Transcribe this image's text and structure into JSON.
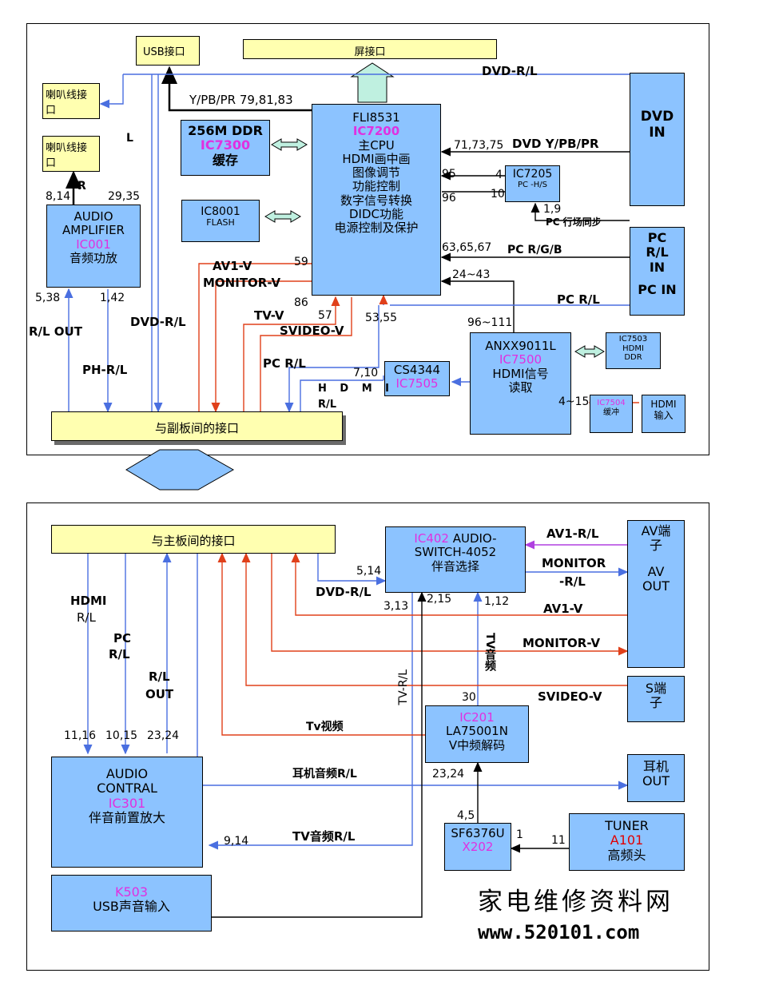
{
  "colors": {
    "box": "#8cc3ff",
    "connector": "#ffffb0",
    "blue_wire": "#4a6fe0",
    "red_wire": "#e0401a",
    "label_pink": "#e030e0"
  },
  "top": {
    "usb_port": "USB接口",
    "screen_port": "屏接口",
    "spk1": "喇叭线接口",
    "spk2": "喇叭线接口",
    "cpu": {
      "l1": "FLI8531",
      "l2": "IC7200",
      "l3": "主CPU",
      "l4": "HDMI画中画",
      "l5": "图像调节",
      "l6": "功能控制",
      "l7": "数字信号转换",
      "l8": "DIDC功能",
      "l9": "电源控制及保护"
    },
    "ddr": {
      "l1": "256M DDR",
      "l2": "IC7300",
      "l3": "缓存"
    },
    "flash": {
      "l1": "IC8001",
      "l2": "FLASH"
    },
    "amp": {
      "l1": "AUDIO",
      "l2": "AMPLIFIER",
      "l3": "IC001",
      "l4": "音频功放"
    },
    "ic7205": {
      "l1": "IC7205",
      "l2": "PC -H/S"
    },
    "dvd_in": {
      "l1": "DVD",
      "l2": "IN"
    },
    "pc_in": {
      "l1": "PC",
      "l2": "R/L",
      "l3": "IN",
      "l4": "PC IN"
    },
    "anx": {
      "l1": "ANXX9011L",
      "l2": "IC7500",
      "l3": "HDMI信号",
      "l4": "读取"
    },
    "ic7503": {
      "l1": "IC7503",
      "l2": "HDMI",
      "l3": "DDR"
    },
    "ic7504": {
      "l1": "IC7504",
      "l2": "缓冲"
    },
    "hdmi_in": {
      "l1": "HDMI",
      "l2": "输入"
    },
    "cs4344": {
      "l1": "CS4344",
      "l2": "IC7505"
    },
    "sub_iface": "与副板间的接口",
    "labels": {
      "dvd_rl_top": "DVD-R/L",
      "ypbpr": "Y/PB/PR 79,81,83",
      "dvd_ypbpr": "DVD Y/PB/PR",
      "n717375": "71,73,75",
      "n95": "95",
      "n96": "96",
      "n4": "4",
      "n10": "10",
      "n19": "1,9",
      "pc_hsync": "PC 行场同步",
      "n636567": "63,65,67",
      "pc_rgb": "PC R/G/B",
      "n2443": "24~43",
      "pc_rl_right": "PC R/L",
      "n96111": "96~111",
      "n415": "4~15",
      "n814": "8,14",
      "r": "R",
      "n2935": "29,35",
      "l": "L",
      "n538": "5,38",
      "n142": "1,42",
      "rl_out": "R/L OUT",
      "ph_rl": "PH-R/L",
      "dvd_rl_left": "DVD-R/L",
      "av1v": "AV1-V",
      "n59": "59",
      "monitor_v": "MONITOR-V",
      "n86": "86",
      "tvv": "TV-V",
      "n57": "57",
      "svideo_v": "SVIDEO-V",
      "n5355": "53,55",
      "pc_rl_mid": "PC R/L",
      "n710": "7,10",
      "hdmi_letters": "H D M I",
      "rl_small": "R/L"
    }
  },
  "bottom": {
    "main_iface": "与主板间的接口",
    "ic402": {
      "l1a": "IC402",
      "l1b": " AUDIO-",
      "l2": "SWITCH-4052",
      "l3": "伴音选择"
    },
    "av": {
      "l1": "AV端",
      "l2": "子",
      "l3": "AV",
      "l4": "OUT"
    },
    "s": {
      "l1": "S端",
      "l2": "子"
    },
    "earphone": {
      "l1": "耳机",
      "l2": "OUT"
    },
    "ic201": {
      "l1": "IC201",
      "l2": "LA75001N",
      "l3": "V中频解码"
    },
    "ic301": {
      "l1": "AUDIO",
      "l2": "CONTRAL",
      "l3": "IC301",
      "l4": "伴音前置放大"
    },
    "sf": {
      "l1": "SF6376U",
      "l2": "X202"
    },
    "tuner": {
      "l1": "TUNER",
      "l2": "A101",
      "l3": "高频头"
    },
    "k503": {
      "l1": "K503",
      "l2": "USB声音输入"
    },
    "labels": {
      "av1_rl": "AV1-R/L",
      "monitor_rl1": "MONITOR",
      "monitor_rl2": "-R/L",
      "n514": "5,14",
      "dvd_rl": "DVD-R/L",
      "n313": "3,13",
      "n215": "2,15",
      "n112": "1,12",
      "av1v": "AV1-V",
      "monitor_v": "MONITOR-V",
      "svideo_v": "SVIDEO-V",
      "tv_audio_v": "TV音频",
      "tv_rl_v": "TV-R/L",
      "n30": "30",
      "hdmi": "HDMI",
      "rl1": "R/L",
      "pc": "PC",
      "rl2": "R/L",
      "rl3": "R/L",
      "out": "OUT",
      "n1116": "11,16",
      "n1015": "10,15",
      "n2324a": "23,24",
      "tv_video": "Tv视频",
      "earphone_rl": "耳机音频R/L",
      "n2324b": "23,24",
      "n45": "4,5",
      "n1": "1",
      "n11": "11",
      "n914": "9,14",
      "tv_audio_rl": "TV音频R/L"
    }
  },
  "watermark": {
    "l1": "家电维修资料网",
    "l2": "www.520101.com"
  }
}
